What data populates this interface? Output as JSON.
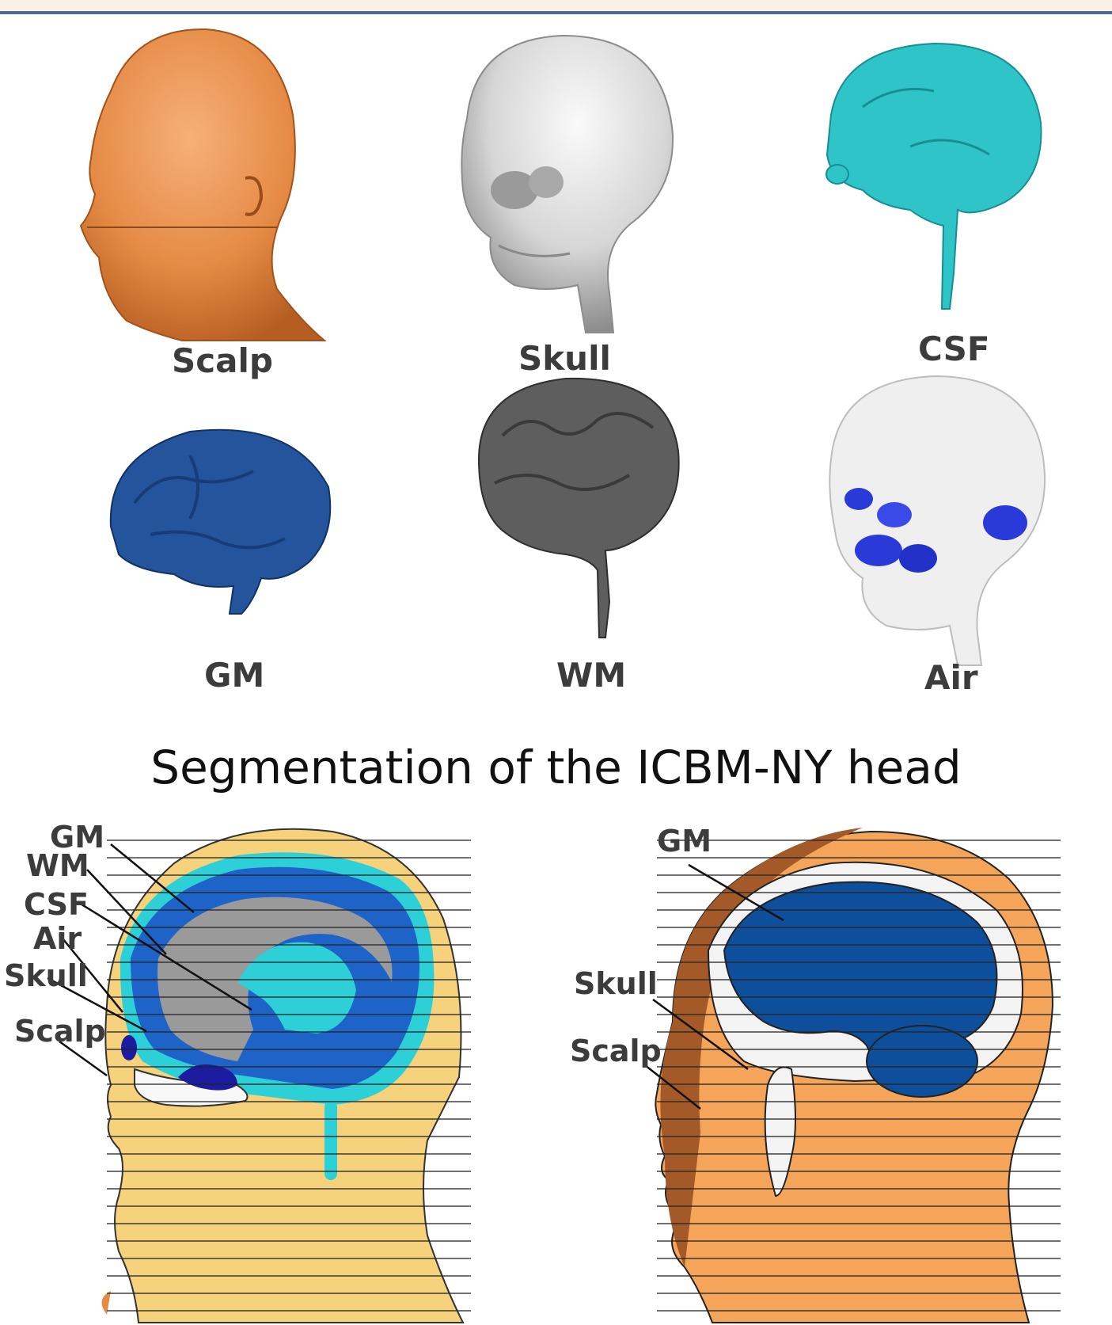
{
  "panels": [
    {
      "id": "scalp",
      "label": "Scalp",
      "color": "#e8904a"
    },
    {
      "id": "skull",
      "label": "Skull",
      "color": "#c8c8c8"
    },
    {
      "id": "csf",
      "label": "CSF",
      "color": "#2fc4c8"
    },
    {
      "id": "gm",
      "label": "GM",
      "color": "#24559c"
    },
    {
      "id": "wm",
      "label": "WM",
      "color": "#6a6a6a"
    },
    {
      "id": "air",
      "label": "Air",
      "color": "#2a3ad8"
    }
  ],
  "title": "Segmentation of the ICBM-NY head",
  "left_section": {
    "callouts": [
      "GM",
      "WM",
      "CSF",
      "Air",
      "Skull",
      "Scalp"
    ]
  },
  "right_section": {
    "callouts": [
      "GM",
      "Skull",
      "Scalp"
    ]
  }
}
